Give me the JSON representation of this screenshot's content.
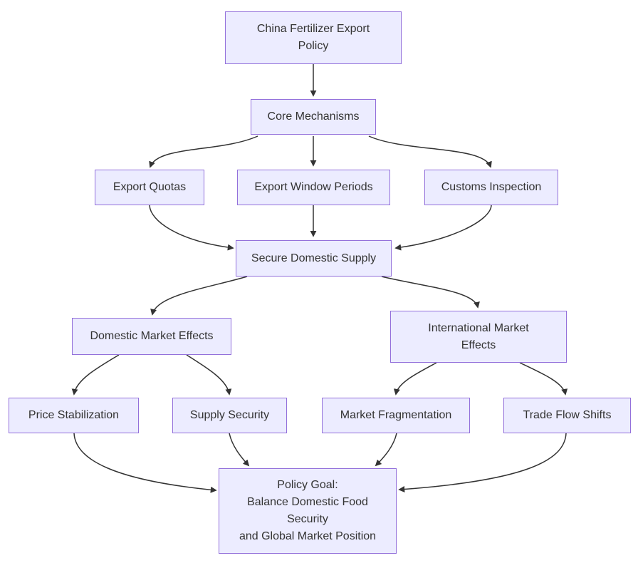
{
  "diagram": {
    "type": "flowchart",
    "direction": "top-down",
    "colors": {
      "node_fill": "#ECECFF",
      "node_border": "#9370DB",
      "edge_color": "#333333",
      "text_color": "#333333",
      "background": "#FFFFFF"
    },
    "nodes": {
      "root": {
        "label": "China Fertilizer Export\nPolicy"
      },
      "core": {
        "label": "Core Mechanisms"
      },
      "quotas": {
        "label": "Export Quotas"
      },
      "window": {
        "label": "Export Window Periods"
      },
      "customs": {
        "label": "Customs Inspection"
      },
      "secure": {
        "label": "Secure Domestic Supply"
      },
      "domestic": {
        "label": "Domestic Market Effects"
      },
      "intl": {
        "label": "International Market\nEffects"
      },
      "price": {
        "label": "Price Stabilization"
      },
      "supply": {
        "label": "Supply Security"
      },
      "fragment": {
        "label": "Market Fragmentation"
      },
      "trade": {
        "label": "Trade Flow Shifts"
      },
      "goal": {
        "label": "Policy Goal:\nBalance Domestic Food\nSecurity\nand Global Market Position"
      }
    },
    "edges": [
      {
        "from": "china-fertilizer-export-policy",
        "to": "core-mechanisms"
      },
      {
        "from": "core-mechanisms",
        "to": "export-quotas"
      },
      {
        "from": "core-mechanisms",
        "to": "export-window-periods"
      },
      {
        "from": "core-mechanisms",
        "to": "customs-inspection"
      },
      {
        "from": "export-quotas",
        "to": "secure-domestic-supply"
      },
      {
        "from": "export-window-periods",
        "to": "secure-domestic-supply"
      },
      {
        "from": "customs-inspection",
        "to": "secure-domestic-supply"
      },
      {
        "from": "secure-domestic-supply",
        "to": "domestic-market-effects"
      },
      {
        "from": "secure-domestic-supply",
        "to": "international-market-effects"
      },
      {
        "from": "domestic-market-effects",
        "to": "price-stabilization"
      },
      {
        "from": "domestic-market-effects",
        "to": "supply-security"
      },
      {
        "from": "international-market-effects",
        "to": "market-fragmentation"
      },
      {
        "from": "international-market-effects",
        "to": "trade-flow-shifts"
      },
      {
        "from": "price-stabilization",
        "to": "policy-goal"
      },
      {
        "from": "supply-security",
        "to": "policy-goal"
      },
      {
        "from": "market-fragmentation",
        "to": "policy-goal"
      },
      {
        "from": "trade-flow-shifts",
        "to": "policy-goal"
      }
    ]
  }
}
